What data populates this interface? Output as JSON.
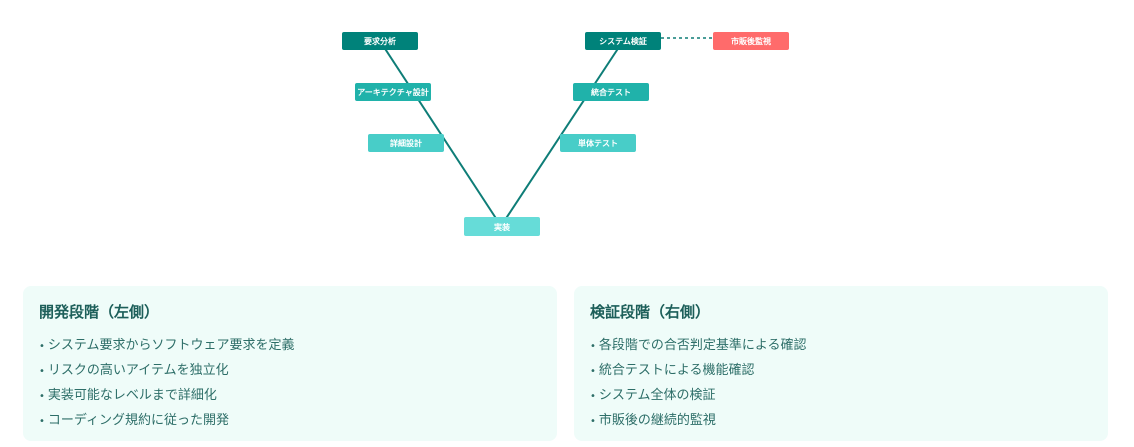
{
  "diagram": {
    "nodes": {
      "requirements": "要求分析",
      "architecture": "アーキテクチャ設計",
      "detailed_design": "詳細設計",
      "implementation": "実装",
      "unit_test": "単体テスト",
      "integration_test": "統合テスト",
      "system_verification": "システム検証",
      "post_market": "市販後監視"
    },
    "colors": {
      "dark": "#00827a",
      "medium": "#20b2aa",
      "light": "#48cdc8",
      "lightest": "#66dcd8",
      "accent": "#ff6b6b",
      "line": "#0e7d77"
    }
  },
  "panels": {
    "development": {
      "title": "開発段階（左側）",
      "items": [
        "システム要求からソフトウェア要求を定義",
        "リスクの高いアイテムを独立化",
        "実装可能なレベルまで詳細化",
        "コーディング規約に従った開発"
      ]
    },
    "verification": {
      "title": "検証段階（右側）",
      "items": [
        "各段階での合否判定基準による確認",
        "統合テストによる機能確認",
        "システム全体の検証",
        "市販後の継続的監視"
      ]
    }
  }
}
